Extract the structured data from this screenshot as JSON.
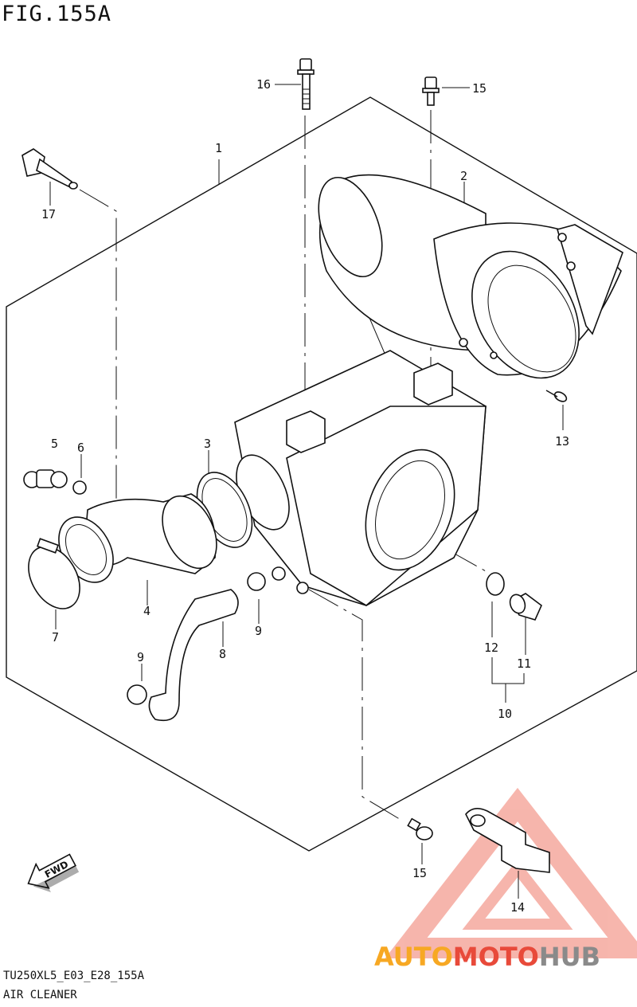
{
  "header": {
    "figure_title": "FIG.155A"
  },
  "footer": {
    "model_code": "TU250XL5_E03_E28_155A",
    "section_name": "AIR CLEANER"
  },
  "callouts": [
    {
      "id": "c1",
      "text": "1"
    },
    {
      "id": "c2",
      "text": "2"
    },
    {
      "id": "c3",
      "text": "3"
    },
    {
      "id": "c4",
      "text": "4"
    },
    {
      "id": "c5",
      "text": "5"
    },
    {
      "id": "c6",
      "text": "6"
    },
    {
      "id": "c7",
      "text": "7"
    },
    {
      "id": "c8",
      "text": "8"
    },
    {
      "id": "c9a",
      "text": "9"
    },
    {
      "id": "c9b",
      "text": "9"
    },
    {
      "id": "c10",
      "text": "10"
    },
    {
      "id": "c11",
      "text": "11"
    },
    {
      "id": "c12",
      "text": "12"
    },
    {
      "id": "c13",
      "text": "13"
    },
    {
      "id": "c14",
      "text": "14"
    },
    {
      "id": "c15a",
      "text": "15"
    },
    {
      "id": "c15b",
      "text": "15"
    },
    {
      "id": "c16",
      "text": "16"
    },
    {
      "id": "c17",
      "text": "17"
    }
  ],
  "direction_badge": {
    "text": "FWD"
  },
  "watermark": {
    "part1": "AUTO",
    "part2": "MOTO",
    "part3": "HUB",
    "color_orange": "#f7a823",
    "color_red": "#e84a3a",
    "color_gray": "#8a8a8a"
  }
}
